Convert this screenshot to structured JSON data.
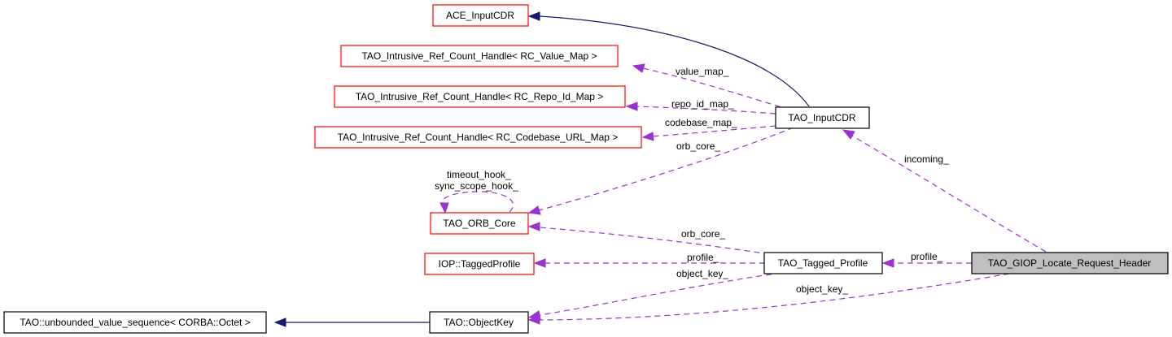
{
  "diagram": {
    "title": "TAO_GIOP_Locate_Request_Header collaboration graph",
    "colors": {
      "inheritance_edge": "#191970",
      "usage_edge": "#9a32cd",
      "undocumented_node_border": "#ff0000",
      "documented_node_border": "#000000",
      "focus_node_fill": "#bfbfbf"
    },
    "nodes": {
      "ace_inputcdr": "ACE_InputCDR",
      "value_map_handle": "TAO_Intrusive_Ref_Count_Handle< RC_Value_Map >",
      "repo_id_map_handle": "TAO_Intrusive_Ref_Count_Handle< RC_Repo_Id_Map >",
      "codebase_url_map_handle": "TAO_Intrusive_Ref_Count_Handle< RC_Codebase_URL_Map >",
      "tao_inputcdr": "TAO_InputCDR",
      "tao_orb_core": "TAO_ORB_Core",
      "iop_tagged_profile": "IOP::TaggedProfile",
      "tao_tagged_profile": "TAO_Tagged_Profile",
      "unbounded_value_sequence": "TAO::unbounded_value_sequence< CORBA::Octet >",
      "tao_objectkey": "TAO::ObjectKey",
      "locate_request_header": "TAO_GIOP_Locate_Request_Header"
    },
    "edge_labels": {
      "value_map": "value_map_",
      "repo_id_map": "repo_id_map_",
      "codebase_map": "codebase_map_",
      "inputcdr_orb_core": "orb_core_",
      "hooks_line1": "timeout_hook_",
      "hooks_line2": "sync_scope_hook_",
      "incoming": "incoming_",
      "tagged_orb_core": "orb_core_",
      "tagged_profile": "profile_",
      "tagged_object_key": "object_key_",
      "header_profile": "profile_",
      "header_object_key": "object_key_"
    }
  }
}
